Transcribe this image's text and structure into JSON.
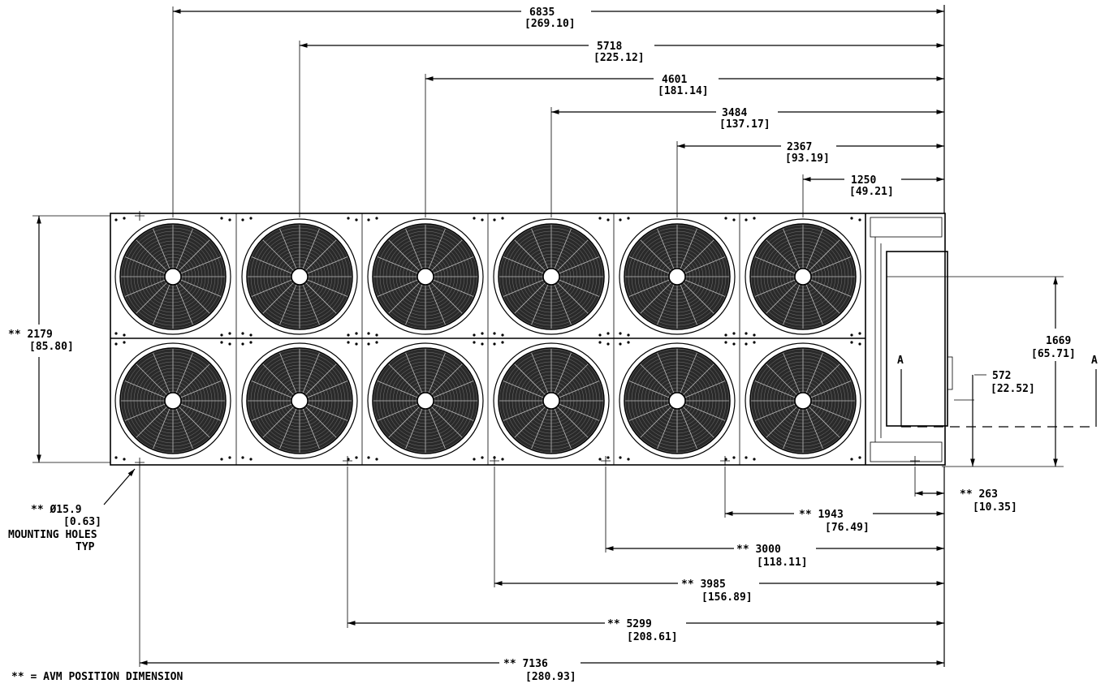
{
  "fans": {
    "top_row_count": 6,
    "bottom_row_count": 6
  },
  "top_dimensions": [
    {
      "mm": "6835",
      "in": "[269.10]"
    },
    {
      "mm": "5718",
      "in": "[225.12]"
    },
    {
      "mm": "4601",
      "in": "[181.14]"
    },
    {
      "mm": "3484",
      "in": "[137.17]"
    },
    {
      "mm": "2367",
      "in": "[93.19]"
    },
    {
      "mm": "1250",
      "in": "[49.21]"
    }
  ],
  "side_dimensions": {
    "height": {
      "mm": "** 2179",
      "in": "[85.80]"
    },
    "right_height": {
      "mm": "1669",
      "in": "[65.71]"
    },
    "right_small": {
      "mm": "572",
      "in": "[22.52]"
    }
  },
  "section_marker": "A",
  "mounting_hole": {
    "size": "** Ø15.9",
    "in": "[0.63]",
    "label_line1": "MOUNTING HOLES",
    "label_line2": "TYP"
  },
  "bottom_dimensions": [
    {
      "mm": "** 263",
      "in": "[10.35]"
    },
    {
      "mm": "** 1943",
      "in": "[76.49]"
    },
    {
      "mm": "** 3000",
      "in": "[118.11]"
    },
    {
      "mm": "** 3985",
      "in": "[156.89]"
    },
    {
      "mm": "** 5299",
      "in": "[208.61]"
    },
    {
      "mm": "** 7136",
      "in": "[280.93]"
    }
  ],
  "legend": "** = AVM POSITION DIMENSION"
}
